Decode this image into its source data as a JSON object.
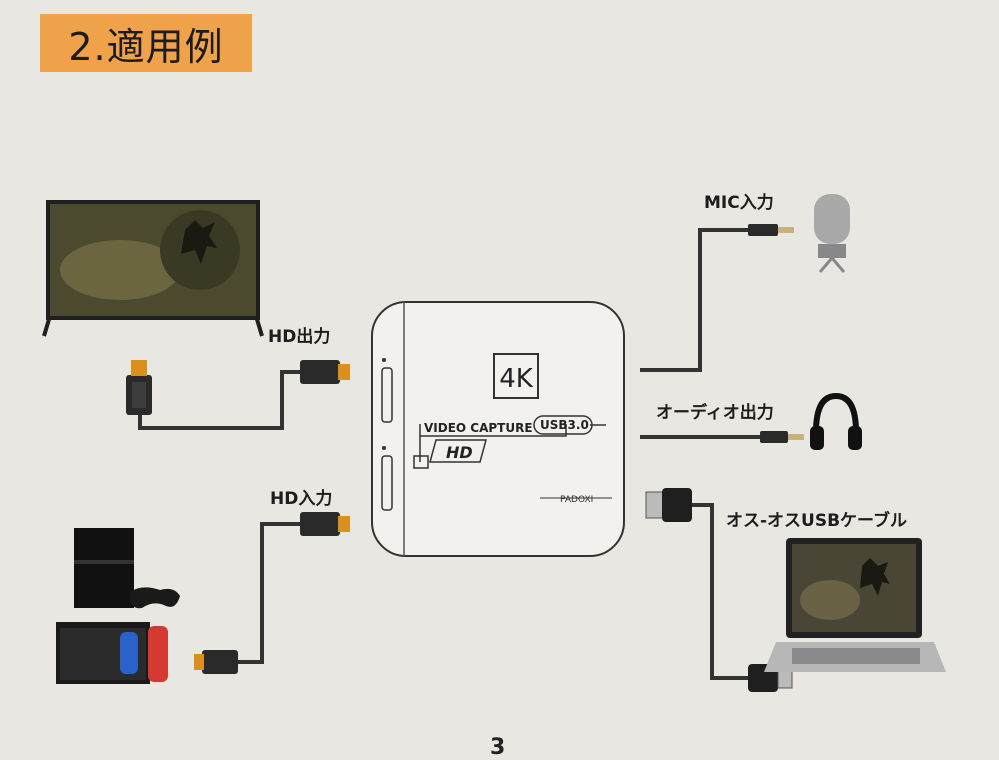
{
  "heading": {
    "title": "2.適用例"
  },
  "labels": {
    "hd_out": "HD出力",
    "hd_in": "HD入力",
    "mic_in": "MIC入力",
    "audio_out": "オーディオ出力",
    "usb_cable": "オス-オスUSBケーブル"
  },
  "device": {
    "badge_4k": "4K",
    "video_capture": "VIDEO CAPTURE",
    "usb_spec": "USB3.0",
    "hd_logo": "HD",
    "brand": "PADOXI"
  },
  "page": {
    "number": "3"
  }
}
